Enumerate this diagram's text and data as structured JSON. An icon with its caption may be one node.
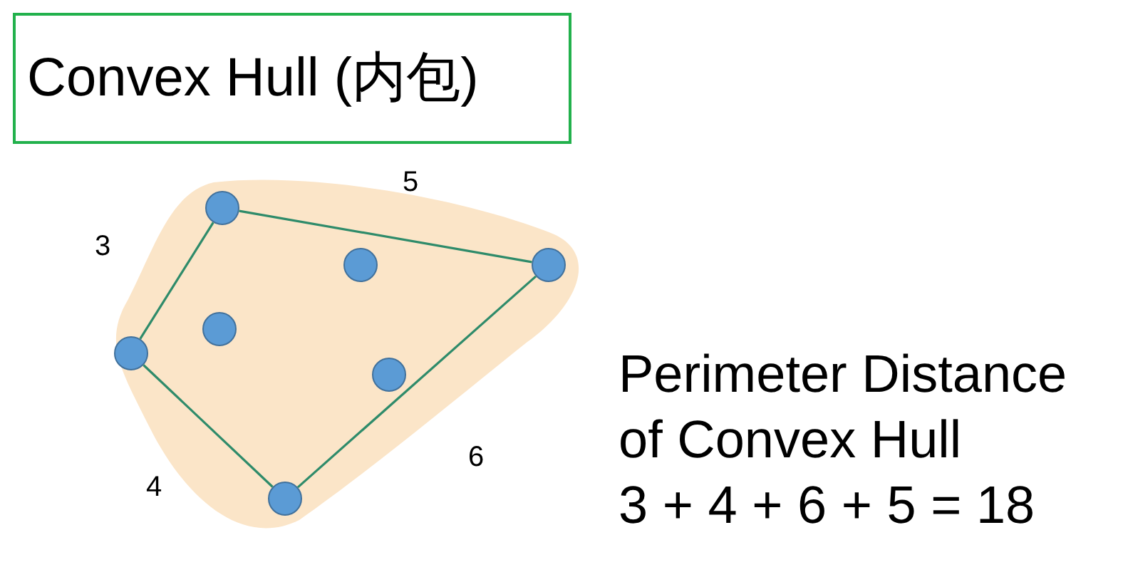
{
  "diagram": {
    "nodes": [
      {
        "text": [
          "Convex Hull (内包)"
        ]
      },
      {
        "text": [],
        "shape": "cloud"
      },
      {
        "text": [],
        "shape": "circle",
        "in": 1
      },
      {
        "text": [],
        "shape": "circle",
        "in": 1
      },
      {
        "text": [],
        "shape": "circle",
        "in": 1
      },
      {
        "text": [],
        "shape": "circle",
        "in": 1
      },
      {
        "text": [],
        "shape": "circle",
        "in": 1
      },
      {
        "text": [],
        "shape": "circle",
        "in": 1
      },
      {
        "text": [],
        "shape": "circle",
        "in": 1
      }
    ],
    "edges": [
      {
        "from": 4,
        "to": 8,
        "arrow": "none",
        "label": "5"
      },
      {
        "from": 8,
        "to": 5,
        "arrow": "none",
        "label": "6"
      },
      {
        "from": 5,
        "to": 2,
        "arrow": "none",
        "label": "4"
      },
      {
        "from": 2,
        "to": 4,
        "arrow": "none",
        "label": "3"
      }
    ],
    "labels": [
      "Perimeter Distance of Convex Hull",
      "3 + 4 + 6 + 5 = 18"
    ]
  }
}
